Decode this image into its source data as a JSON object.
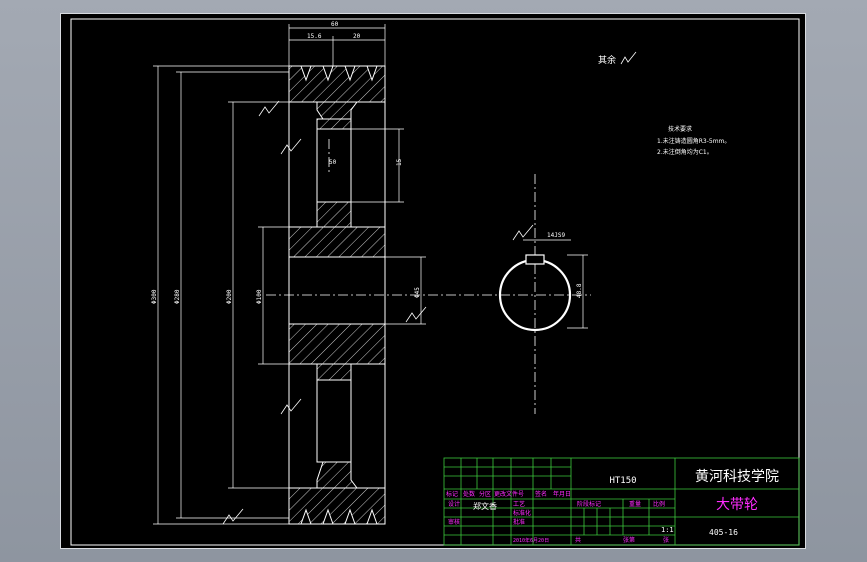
{
  "drawing": {
    "surface_roughness_note": "其余",
    "tech_requirements": {
      "title": "技术要求",
      "items": [
        "1.未注铸造圆角R3-5mm。",
        "2.未注倒角均为C1。"
      ]
    },
    "dimensions": {
      "top_total": "60",
      "top_left": "15.6",
      "top_right": "20",
      "bore_depth": "15",
      "hub_width": "50",
      "outer_dia": "Φ300",
      "pitch_dia": "Φ280",
      "web_dia": "Φ200",
      "hub_dia": "Φ100",
      "bore_dia": "Φ45",
      "keyway_width": "14JS9",
      "keyway_depth": "48.8"
    }
  },
  "title_block": {
    "school": "黄河科技学院",
    "part_name": "大带轮",
    "drawing_no": "405-16",
    "material": "HT150",
    "designer": "郑文香",
    "date": "2010年6月20日",
    "scale": "1:1",
    "headers": [
      "标记",
      "处数",
      "分区",
      "更改文件号",
      "签名",
      "年月日"
    ],
    "stage_header": "阶段标记",
    "weight_header": "重量",
    "scale_header": "比例",
    "role_labels": [
      "设计",
      "审核",
      "工艺",
      "批准"
    ],
    "std_label": "标准化",
    "sheet_label": "共",
    "sheet_of": "张第",
    "sheet_unit": "张"
  },
  "colors": {
    "background": "#000000",
    "lines": "#ffffff",
    "title_block": "#3cc83c",
    "title_text": "#ff2cff",
    "school_text": "#ffffff"
  }
}
